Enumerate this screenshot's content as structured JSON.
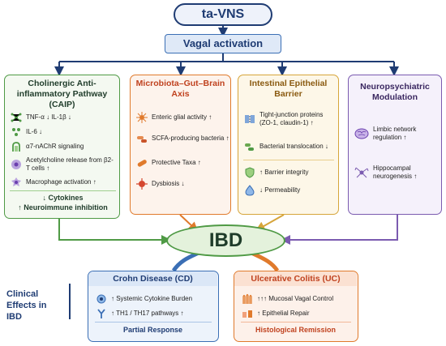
{
  "top": {
    "ta_vns": "ta-VNS",
    "vagal": "Vagal activation"
  },
  "caip": {
    "title": "Cholinergic Anti-inflammatory Pathway (CAIP)",
    "rows": [
      {
        "text": "TNF-α ↓  IL-1β ↓"
      },
      {
        "text": "IL-6 ↓"
      },
      {
        "text": "α7-nAChR signaling"
      },
      {
        "text": "Acetylcholine release from β2-T cells ↑"
      },
      {
        "text": "Macrophage activation ↑"
      }
    ],
    "footer1": "↓ Cytokines",
    "footer2": "↑ Neuroimmune inhibition"
  },
  "mgba": {
    "title": "Microbiota–Gut–Brain Axis",
    "rows": [
      {
        "text": "Enteric glial activity ↑"
      },
      {
        "text": "SCFA-producing bacteria ↑"
      },
      {
        "text": "Protective Taxa ↑"
      },
      {
        "text": "Dysbiosis ↓"
      }
    ]
  },
  "ieb": {
    "title": "Intestinal Epithelial Barrier",
    "rows": [
      {
        "text": "Tight-junction proteins (ZO-1, claudin-1) ↑"
      },
      {
        "text": "Bacterial translocation ↓"
      },
      {
        "text": "↑ Barrier integrity"
      },
      {
        "text": "↓ Permeability"
      }
    ]
  },
  "neuro": {
    "title": "Neuropsychiatric Modulation",
    "rows": [
      {
        "text": "Limbic network regulation ↑"
      },
      {
        "text": "Hippocampal neurogenesis ↑"
      }
    ]
  },
  "ibd": "IBD",
  "clinical": "Clinical Effects in IBD",
  "cd": {
    "title": "Crohn Disease (CD)",
    "rows": [
      {
        "text": "↑ Systemic Cytokine Burden"
      },
      {
        "text": "↑ TH1 / TH17 pathways ↑"
      }
    ],
    "footer": "Partial Response"
  },
  "uc": {
    "title": "Ulcerative Colitis (UC)",
    "rows": [
      {
        "text": "↑↑↑ Mucosal Vagal Control"
      },
      {
        "text": "↑ Epithelial Repair"
      }
    ],
    "footer": "Histological Remission"
  },
  "colors": {
    "navy": "#1f3c73",
    "green": "#4f9a45",
    "orange": "#e07a2c",
    "gold": "#d6a53a",
    "purple": "#7b5bb0",
    "blue": "#3b6fb5",
    "red": "#d5472f"
  }
}
